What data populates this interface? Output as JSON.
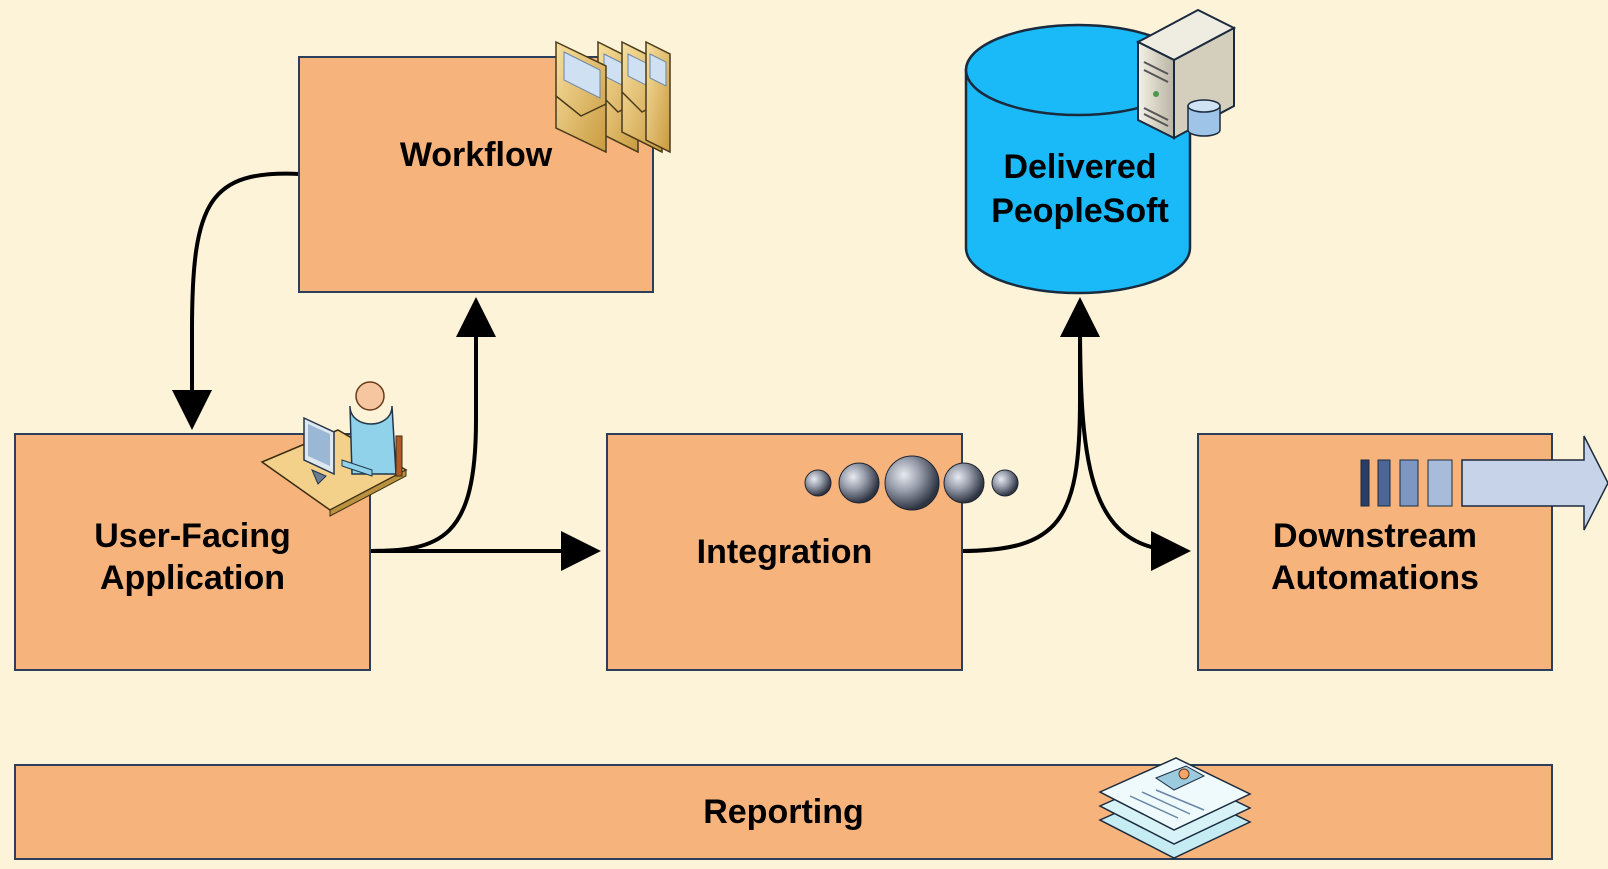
{
  "nodes": {
    "workflow": {
      "label": "Workflow"
    },
    "user_facing": {
      "line1": "User-Facing",
      "line2": "Application"
    },
    "integration": {
      "label": "Integration"
    },
    "downstream": {
      "line1": "Downstream",
      "line2": "Automations"
    },
    "reporting": {
      "label": "Reporting"
    },
    "database": {
      "line1": "Delivered",
      "line2": "PeopleSoft"
    }
  },
  "icons": {
    "workflow": "envelopes-icon",
    "user_facing": "user-at-computer-icon",
    "integration": "spheres-icon",
    "downstream": "queue-arrow-icon",
    "database": "server-icon",
    "reporting": "documents-stack-icon"
  },
  "colors": {
    "background": "#fdf3d9",
    "box_fill": "#f7b37c",
    "box_border": "#2b3f5a",
    "database_fill": "#1ab9f7",
    "arrow": "#000000"
  }
}
